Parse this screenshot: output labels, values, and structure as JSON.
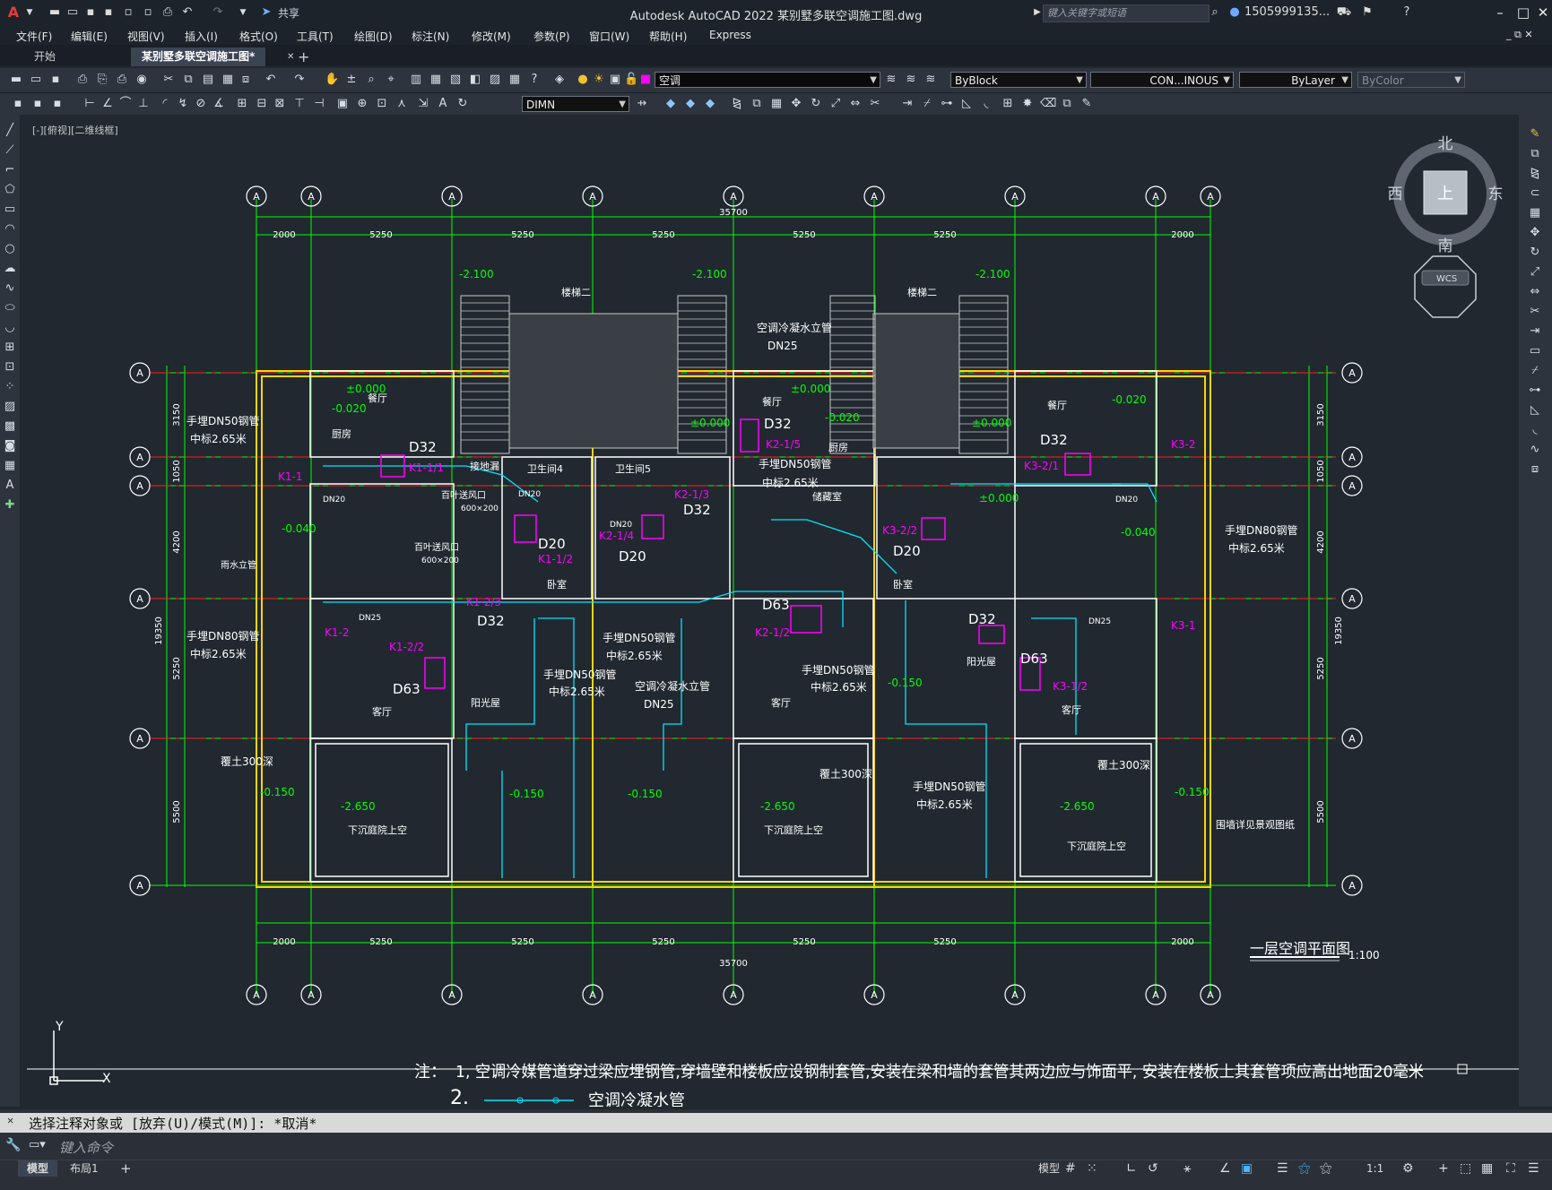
{
  "app": {
    "title": "Autodesk AutoCAD 2022    某别墅多联空调施工图.dwg",
    "share_label": "共享",
    "search_placeholder": "键入关键字或短语",
    "user": "1505999135...",
    "logo": "A"
  },
  "menu": [
    "文件(F)",
    "编辑(E)",
    "视图(V)",
    "插入(I)",
    "格式(O)",
    "工具(T)",
    "绘图(D)",
    "标注(N)",
    "修改(M)",
    "参数(P)",
    "窗口(W)",
    "帮助(H)",
    "Express"
  ],
  "tabs": [
    "开始",
    "某别墅多联空调施工图*"
  ],
  "toolbar": {
    "layer": "空调",
    "dimstyle": "DIMN",
    "color": "ByBlock",
    "linetype": "CON...INOUS",
    "lineweight": "ByLayer",
    "plotstyle": "ByColor"
  },
  "viewport_label": "[-][俯视][二维线框]",
  "viewcube": {
    "north": "北",
    "south": "南",
    "east": "东",
    "west": "西",
    "top": "上",
    "wcs": "WCS"
  },
  "drawing": {
    "title": "一层空调平面图",
    "scale": "1:100",
    "total_width": "35700",
    "top_dims": [
      "2000",
      "5250",
      "5250",
      "5250",
      "5250",
      "5250",
      "2000"
    ],
    "bottom_dims": [
      "2000",
      "5250",
      "5250",
      "5250",
      "5250",
      "5250",
      "2000"
    ],
    "left_dims": [
      "3150",
      "1050",
      "4200",
      "5250",
      "5500",
      "19350"
    ],
    "right_dims": [
      "3150",
      "1050",
      "4200",
      "5250",
      "5500",
      "19350"
    ],
    "note_prefix": "注：",
    "note1": "1, 空调冷媒管道穿过梁应埋钢管,穿墙壁和楼板应设钢制套管,安装在梁和墙的套管其两边应与饰面平, 安装在楼板上其套管项应高出地面20毫米",
    "note2_num": "2.",
    "note2": "空调冷凝水管",
    "rooms": [
      "餐厅",
      "厨房",
      "客厅",
      "卧室",
      "阳光屋",
      "卫生间4",
      "卫生间5",
      "储藏室",
      "楼梯二",
      "下沉庭院上空",
      "接地漏"
    ],
    "levels": [
      "-2.100",
      "±0.000",
      "-0.020",
      "-0.040",
      "-0.150",
      "-2.650",
      "±0.000"
    ],
    "pipes": [
      "D32",
      "D20",
      "D63",
      "DN20",
      "DN25",
      "DN50"
    ],
    "units": [
      "K1-1",
      "K1-2",
      "K1-1/1",
      "K1-1/2",
      "K1-2/2",
      "K1-2/3",
      "K2-1/2",
      "K2-1/3",
      "K2-1/4",
      "K2-1/5",
      "K3-1",
      "K3-2",
      "K3-1/2",
      "K3-2/1",
      "K3-2/2"
    ],
    "annotations": [
      "手埋DN50钢管",
      "中标2.65米",
      "手埋DN80钢管",
      "空调冷凝水立管",
      "DN25",
      "覆土300深",
      "百叶送风口",
      "600×200",
      "雨水立管",
      "围墙详见景观图纸"
    ]
  },
  "axis_bubble_label": "A",
  "ucs": {
    "x": "X",
    "y": "Y"
  },
  "command": {
    "history": "选择注释对象或 [放弃(U)/模式(M)]: *取消*",
    "placeholder": "键入命令"
  },
  "status": {
    "tabs": [
      "模型",
      "布局1"
    ],
    "model_btn": "模型",
    "scale": "1:1"
  }
}
